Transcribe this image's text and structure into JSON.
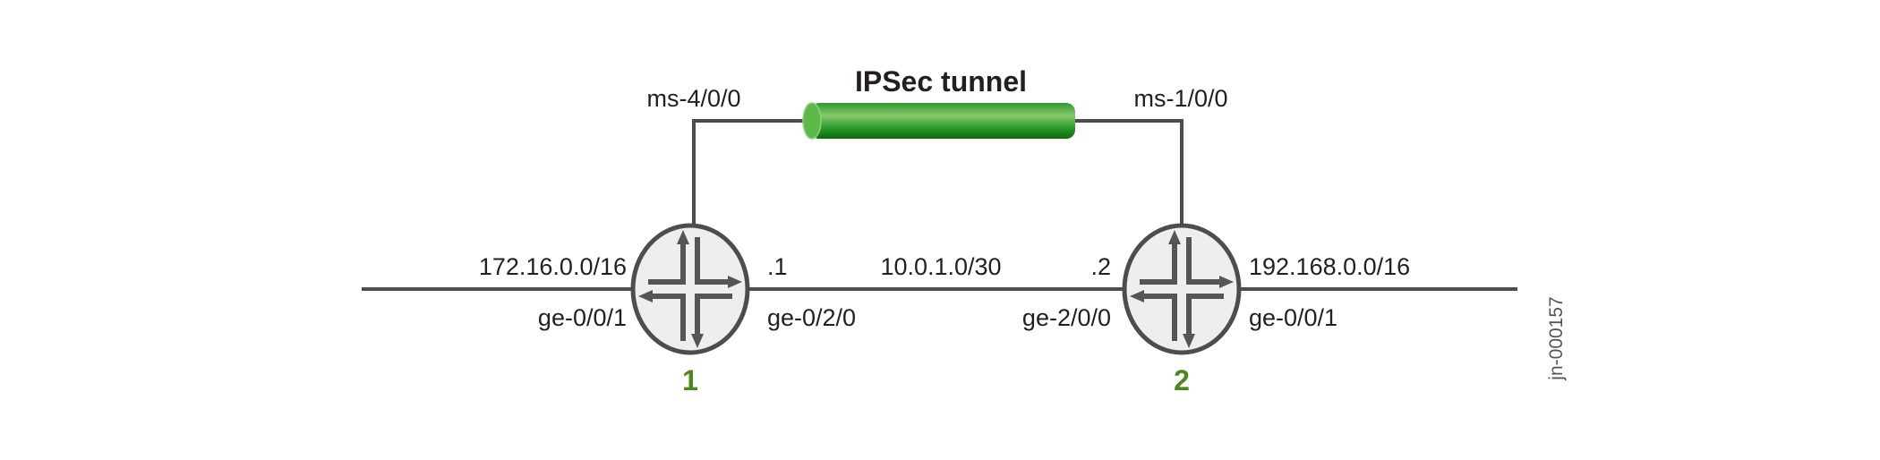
{
  "tunnel": {
    "label": "IPSec tunnel",
    "color": "#2e9e2e"
  },
  "router1": {
    "number": "1",
    "tunnel_interface": "ms-4/0/0",
    "lan_network": "172.16.0.0/16",
    "lan_interface": "ge-0/0/1",
    "link_host": ".1",
    "link_interface": "ge-0/2/0"
  },
  "router2": {
    "number": "2",
    "tunnel_interface": "ms-1/0/0",
    "lan_network": "192.168.0.0/16",
    "lan_interface": "ge-0/0/1",
    "link_host": ".2",
    "link_interface": "ge-2/0/0"
  },
  "link": {
    "network": "10.0.1.0/30"
  },
  "figure_id": "jn-000157",
  "colors": {
    "line": "#4d4d4d",
    "router_fill": "#eeeeee",
    "number": "#4a8a1c"
  }
}
